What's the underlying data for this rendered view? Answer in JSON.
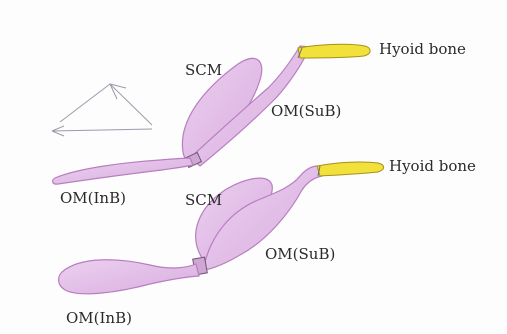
{
  "diagrams": [
    {
      "labels": {
        "scm": "SCM",
        "om_sub": "OM(SuB)",
        "om_inb": "OM(InB)",
        "hyoid": "Hyoid bone"
      }
    },
    {
      "labels": {
        "scm": "SCM",
        "om_sub": "OM(SuB)",
        "om_inb": "OM(InB)",
        "hyoid": "Hyoid bone"
      }
    }
  ],
  "colors": {
    "muscle_fill": "#e2bde6",
    "muscle_stroke": "#b87ec0",
    "hyoid_fill": "#f2e13a",
    "pencil": "#7a7a7a",
    "arrow": "#9a9aaa"
  }
}
